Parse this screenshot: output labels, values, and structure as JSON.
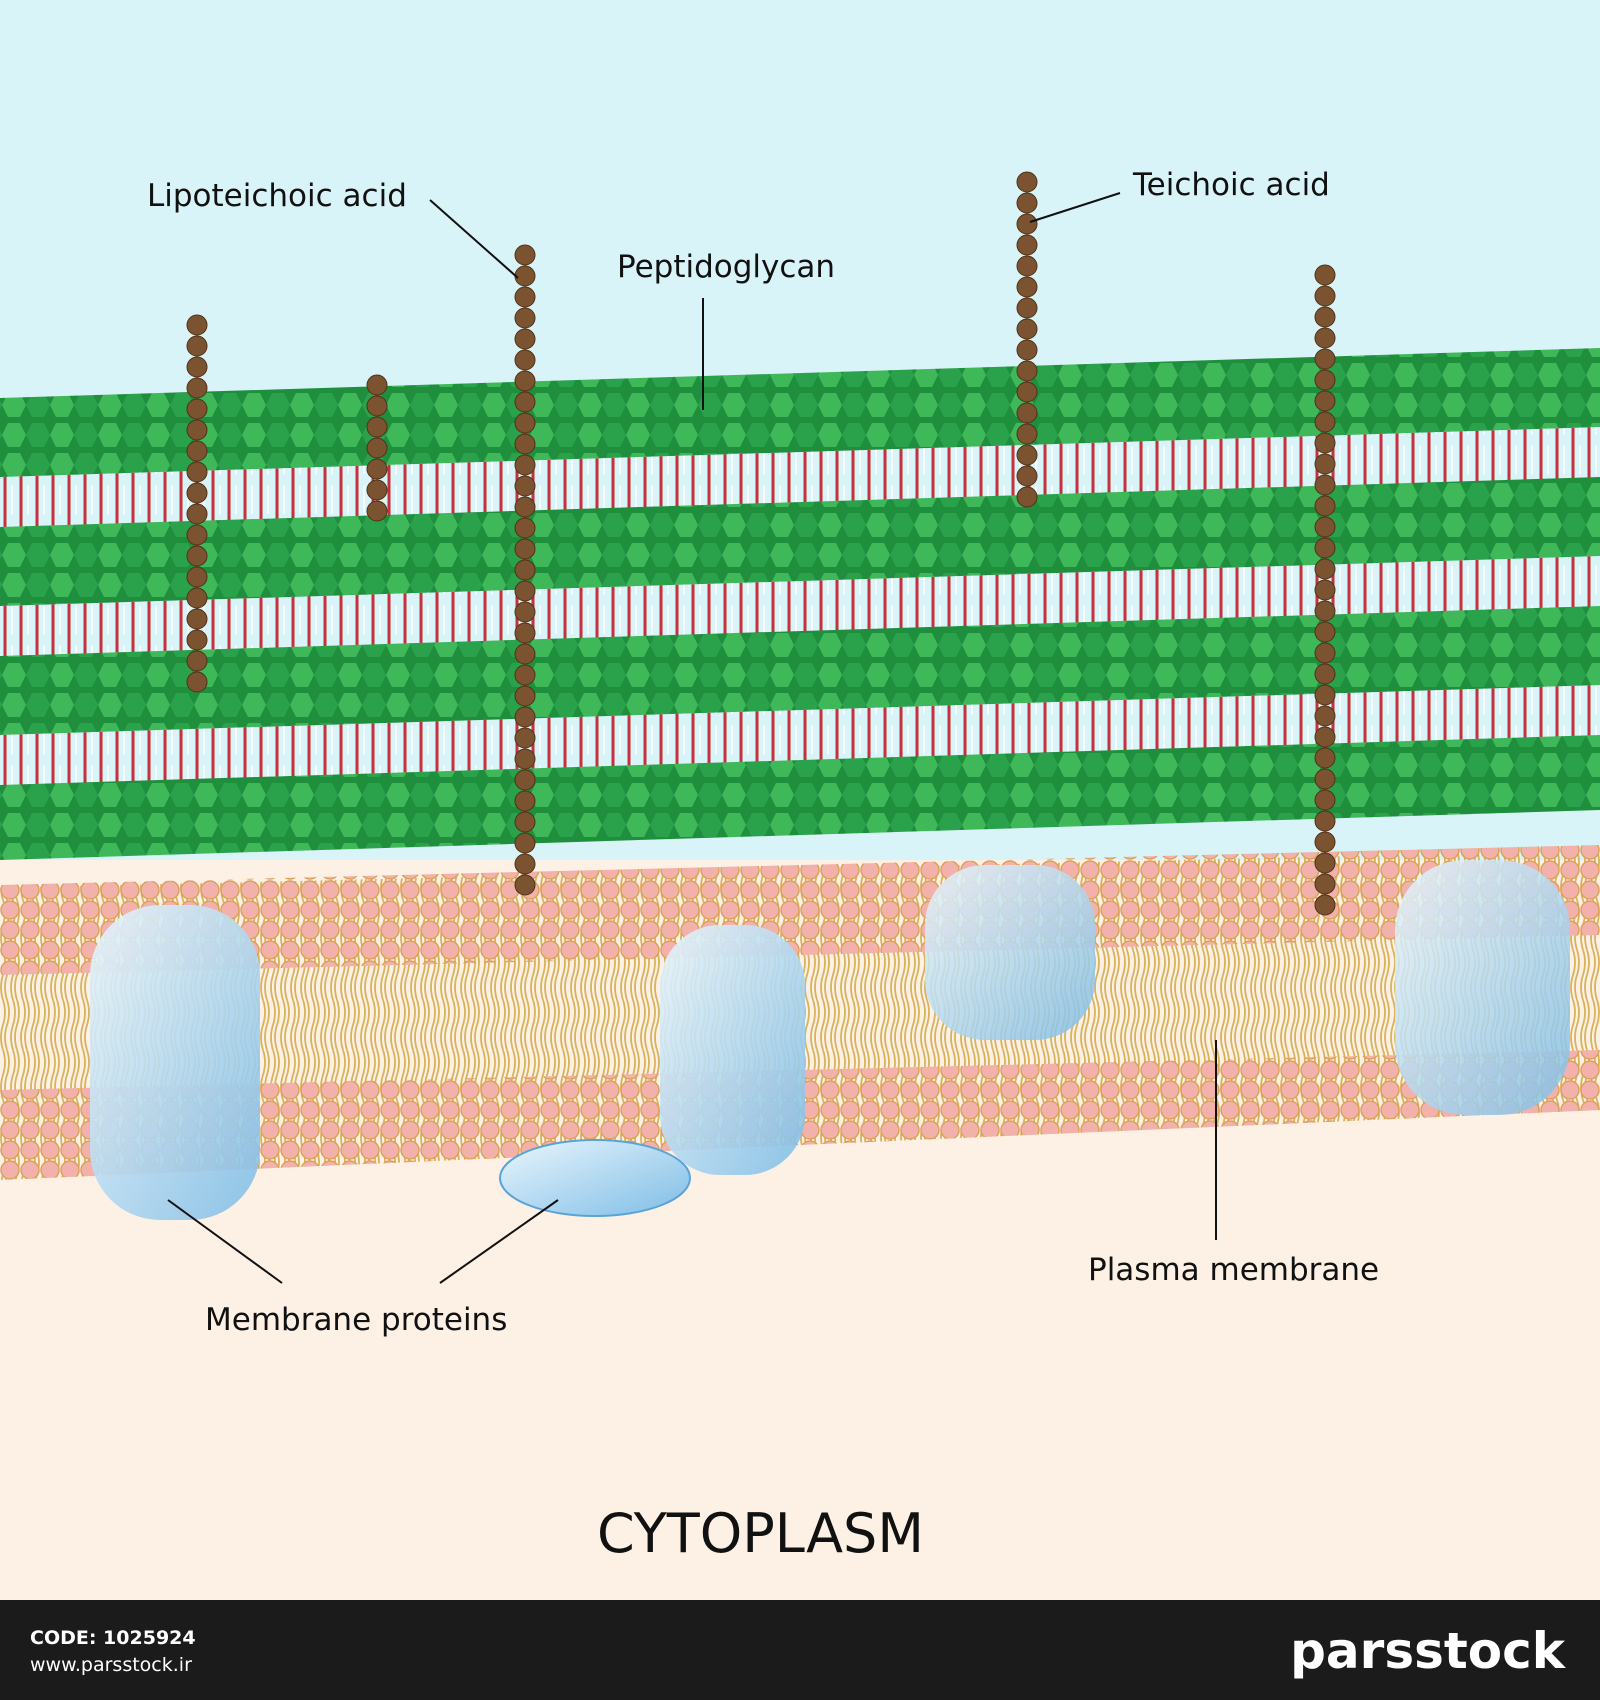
{
  "labels": {
    "lipoteichoic": "Lipoteichoic acid",
    "teichoic": "Teichoic acid",
    "peptidoglycan": "Peptidoglycan",
    "membrane_proteins": "Membrane proteins",
    "plasma_membrane": "Plasma membrane",
    "cytoplasm": "CYTOPLASM"
  },
  "footer": {
    "code": "CODE: 1025924",
    "url": "www.parsstock.ir",
    "logo": "parsstock"
  },
  "colors": {
    "exterior": "#d9f4f8",
    "cytoplasm": "#fdf1e6",
    "glycan_light": "#3fb85a",
    "glycan_dark": "#1f8f3e",
    "peptide": "#c6303a",
    "lipid_head": "#f2b2ab",
    "lipid_tail": "#d9b25a",
    "protein": "#a9d4ef",
    "teichoic_bead": "#7b5330",
    "footer_bg": "#1b1b1b"
  }
}
